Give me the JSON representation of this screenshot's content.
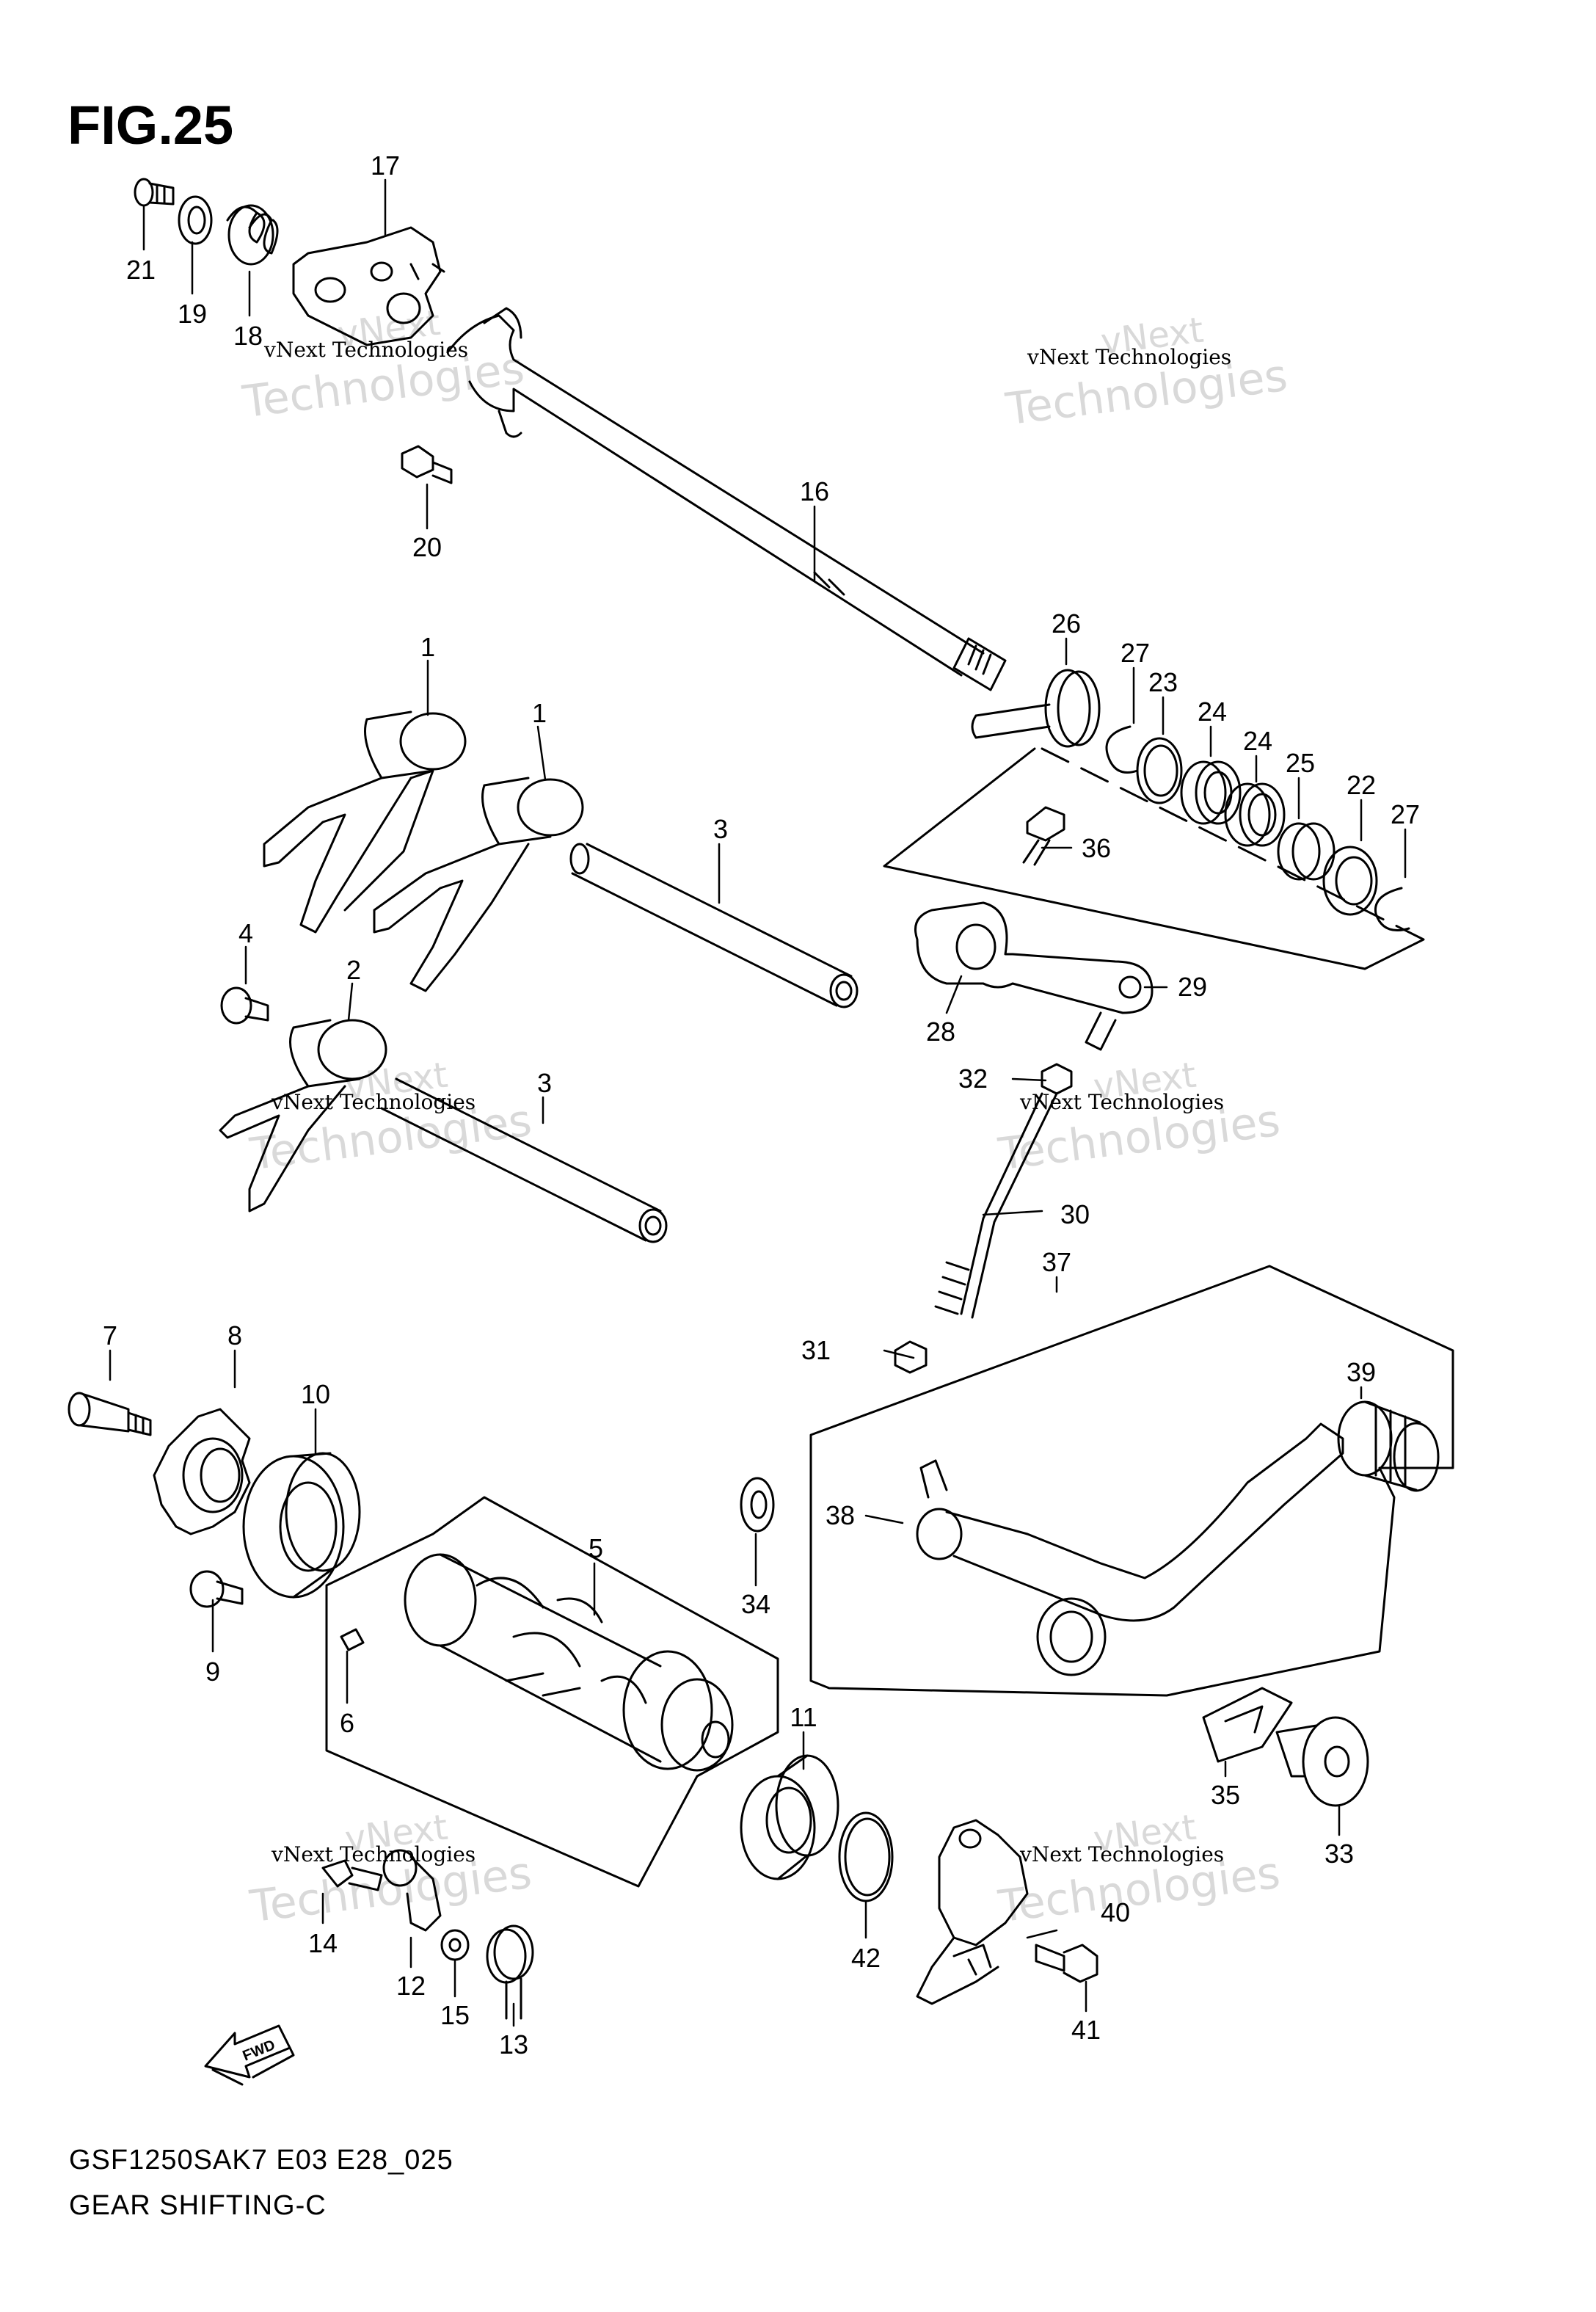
{
  "figure": {
    "title": "FIG.25",
    "model_code": "GSF1250SAK7 E03 E28_025",
    "section_name": "GEAR SHIFTING-C"
  },
  "watermark": {
    "brand": "vNext",
    "big_text": "Technologies",
    "small_text": "vNext Technologies"
  },
  "fwd_label": "FWD",
  "callouts": [
    {
      "id": "c1a",
      "label": "1"
    },
    {
      "id": "c1b",
      "label": "1"
    },
    {
      "id": "c2",
      "label": "2"
    },
    {
      "id": "c3a",
      "label": "3"
    },
    {
      "id": "c3b",
      "label": "3"
    },
    {
      "id": "c4",
      "label": "4"
    },
    {
      "id": "c5",
      "label": "5"
    },
    {
      "id": "c6",
      "label": "6"
    },
    {
      "id": "c7",
      "label": "7"
    },
    {
      "id": "c8",
      "label": "8"
    },
    {
      "id": "c9",
      "label": "9"
    },
    {
      "id": "c10",
      "label": "10"
    },
    {
      "id": "c11",
      "label": "11"
    },
    {
      "id": "c12",
      "label": "12"
    },
    {
      "id": "c13",
      "label": "13"
    },
    {
      "id": "c14",
      "label": "14"
    },
    {
      "id": "c15",
      "label": "15"
    },
    {
      "id": "c16",
      "label": "16"
    },
    {
      "id": "c17",
      "label": "17"
    },
    {
      "id": "c18",
      "label": "18"
    },
    {
      "id": "c19",
      "label": "19"
    },
    {
      "id": "c20",
      "label": "20"
    },
    {
      "id": "c21",
      "label": "21"
    },
    {
      "id": "c22",
      "label": "22"
    },
    {
      "id": "c23",
      "label": "23"
    },
    {
      "id": "c24a",
      "label": "24"
    },
    {
      "id": "c24b",
      "label": "24"
    },
    {
      "id": "c25",
      "label": "25"
    },
    {
      "id": "c26",
      "label": "26"
    },
    {
      "id": "c27a",
      "label": "27"
    },
    {
      "id": "c27b",
      "label": "27"
    },
    {
      "id": "c28",
      "label": "28"
    },
    {
      "id": "c29",
      "label": "29"
    },
    {
      "id": "c30",
      "label": "30"
    },
    {
      "id": "c31",
      "label": "31"
    },
    {
      "id": "c32",
      "label": "32"
    },
    {
      "id": "c33",
      "label": "33"
    },
    {
      "id": "c34",
      "label": "34"
    },
    {
      "id": "c35",
      "label": "35"
    },
    {
      "id": "c36",
      "label": "36"
    },
    {
      "id": "c37",
      "label": "37"
    },
    {
      "id": "c38",
      "label": "38"
    },
    {
      "id": "c39",
      "label": "39"
    },
    {
      "id": "c40",
      "label": "40"
    },
    {
      "id": "c41",
      "label": "41"
    },
    {
      "id": "c42",
      "label": "42"
    }
  ]
}
